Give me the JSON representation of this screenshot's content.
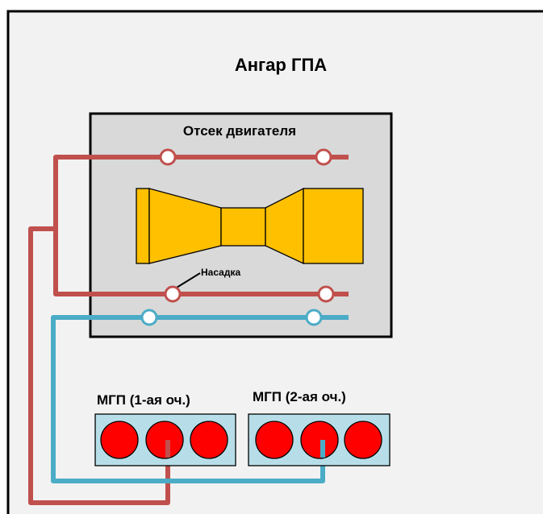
{
  "hangar": {
    "title": "Ангар ГПА"
  },
  "engine_compartment": {
    "title": "Отсек двигателя",
    "nozzle_label": "Насадка"
  },
  "storage": {
    "group1_label": "МГП (1-ая оч.)",
    "group2_label": "МГП (2-ая оч.)"
  },
  "colors": {
    "hangar_background": "#f2f2f2",
    "compartment_background": "#d9d9d9",
    "engine": "#ffc000",
    "red_line": "#c0504d",
    "blue_line": "#4bacc6",
    "cylinder": "#ff0000",
    "storage_box": "#b7dee8"
  }
}
